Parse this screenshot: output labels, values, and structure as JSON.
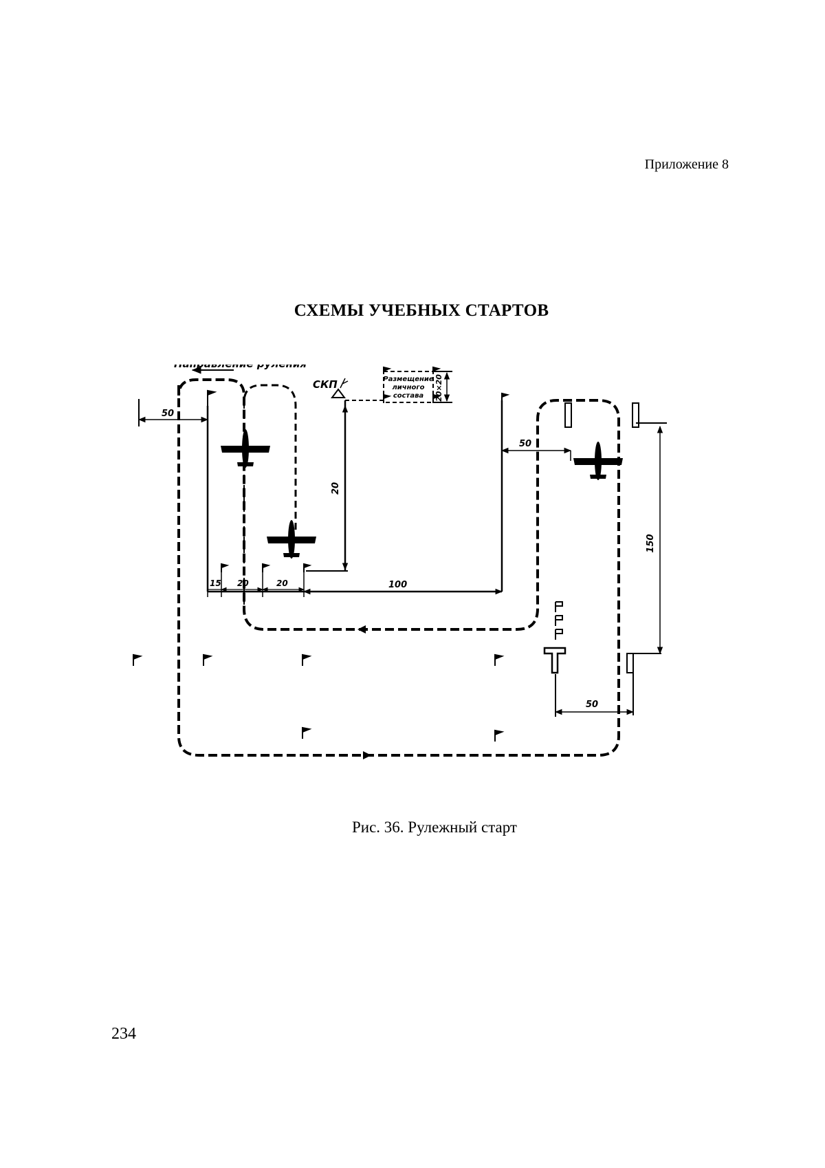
{
  "header": {
    "appendix": "Приложение 8"
  },
  "title": "СХЕМЫ УЧЕБНЫХ СТАРТОВ",
  "figure": {
    "taxi_direction_label": "Направление руления",
    "command_post_label": "СКП",
    "personnel_area_lines": [
      "Размещение",
      "личного",
      "состава"
    ],
    "personnel_area_size": "20×20",
    "dimensions": {
      "left_offset": "50",
      "seg_15": "15",
      "seg_20_a": "20",
      "seg_20_b": "20",
      "vertical_20": "20",
      "horizontal_100": "100",
      "right_50": "50",
      "vertical_150": "150",
      "bottom_50": "50"
    }
  },
  "caption": "Рис. 36. Рулежный старт",
  "page_number": "234"
}
